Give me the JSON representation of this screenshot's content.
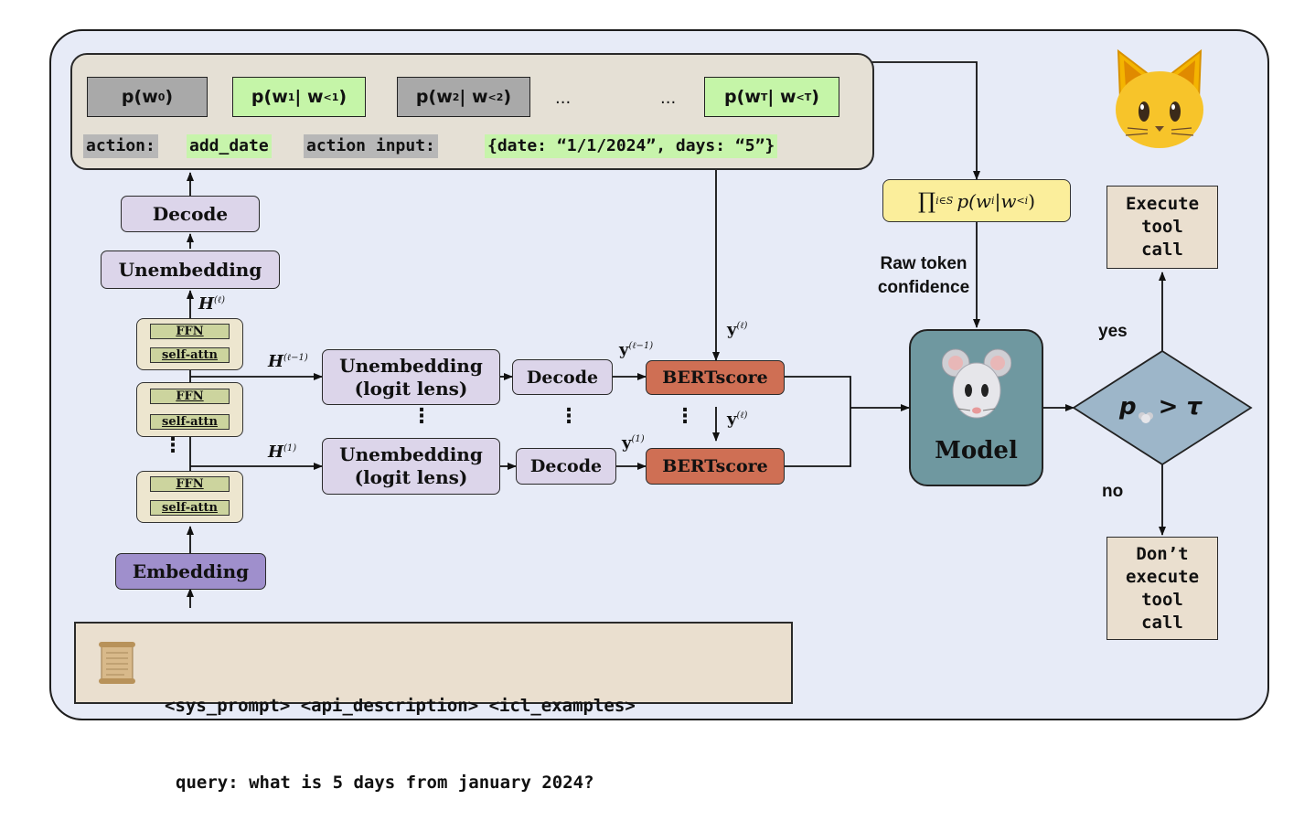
{
  "tokens": [
    {
      "base": "p(w",
      "sub": "0",
      "cond": ")",
      "color": "grey"
    },
    {
      "base": "p(w",
      "sub": "1",
      "cond": " | w",
      "csub": "<1",
      "tail": ")",
      "color": "green"
    },
    {
      "base": "p(w",
      "sub": "2",
      "cond": " | w",
      "csub": "<2",
      "tail": ")",
      "color": "grey"
    },
    {
      "base": "p(w",
      "sub": "T",
      "cond": " | w",
      "csub": "<T",
      "tail": ")",
      "color": "green"
    }
  ],
  "token_ellipsis": "...",
  "action_line": {
    "action_key": "action:",
    "action_value": "add_date",
    "input_key": "action input:",
    "input_value": "{date: “1/1/2024”, days: “5”}"
  },
  "left_stack": {
    "decode": "Decode",
    "unembedding": "Unembedding",
    "h_label": "H",
    "h_sup": "(ℓ)",
    "ffn": "FFN",
    "self_attn": "self-attn",
    "embedding": "Embedding",
    "stack_dots": "⋮"
  },
  "lens_rows": [
    {
      "h_label": "H",
      "h_sup": "(ℓ−1)",
      "unembed_line1": "Unembedding",
      "unembed_line2": "(logit lens)",
      "decode": "Decode",
      "y_label": "y",
      "y_sup": "(ℓ−1)",
      "bert": "BERTscore"
    },
    {
      "h_label": "H",
      "h_sup": "(1)",
      "unembed_line1": "Unembedding",
      "unembed_line2": "(logit lens)",
      "decode": "Decode",
      "y_label": "y",
      "y_sup": "(1)",
      "bert": "BERTscore"
    }
  ],
  "y_top": {
    "label": "y",
    "sup": "(ℓ)"
  },
  "y_mid": {
    "label": "y",
    "sup": "(ℓ)"
  },
  "product": {
    "symbol": "∏",
    "subscript": "i∈S",
    "expr": "p(w",
    "expr_sub": "i",
    "expr_mid": "|w",
    "expr_sub2": "<i",
    "expr_end": ")"
  },
  "raw_conf": {
    "line1": "Raw token",
    "line2": "confidence"
  },
  "model": {
    "label": "Model"
  },
  "decision": {
    "p": "p",
    "op": "> τ"
  },
  "yes": "yes",
  "no": "no",
  "execute": [
    "Execute",
    "tool",
    "call"
  ],
  "dont_execute": [
    "Don’t",
    "execute",
    "tool",
    "call"
  ],
  "prompt": {
    "line1": "<sys_prompt> <api_description> <icl_examples>",
    "line2": "query: what is 5 days from january 2024?"
  },
  "colors": {
    "frame_bg": "#e7ebf7",
    "green": "#c5f5a8",
    "grey": "#a9a9a9",
    "bert": "#cf6f54",
    "model": "#6f98a0",
    "diamond": "#9db6c9",
    "product": "#fbee9b",
    "embedding": "#9f8fcc"
  }
}
